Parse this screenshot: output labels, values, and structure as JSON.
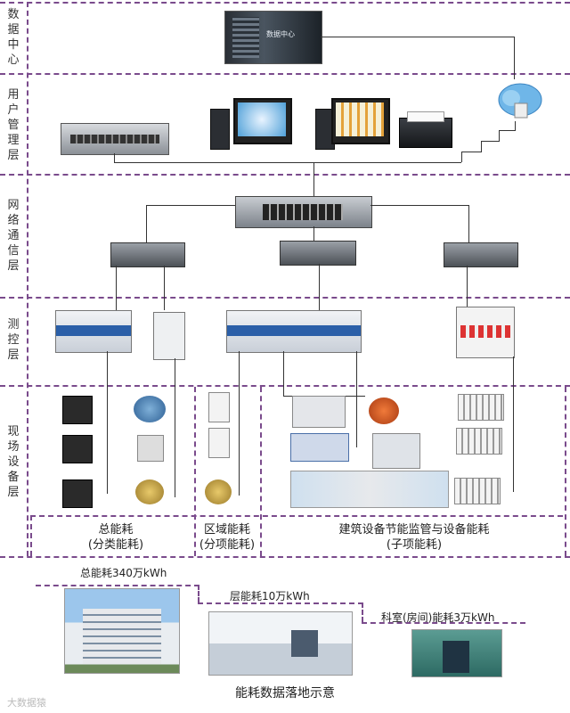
{
  "layers": {
    "data_center": "数据中心",
    "user_mgmt": "用户管理层",
    "network": "网络通信层",
    "control": "测控层",
    "field": "现场设备层"
  },
  "datacenter_sign": "数据中心",
  "captions": {
    "total": "总能耗",
    "total_sub": "(分类能耗)",
    "area": "区域能耗",
    "area_sub": "(分项能耗)",
    "building": "建筑设备节能监管与设备能耗",
    "building_sub": "(子项能耗)"
  },
  "energy": {
    "total": "总能耗340万kWh",
    "floor": "层能耗10万kWh",
    "room": "科室(房间)能耗3万kWh"
  },
  "footer": "能耗数据落地示意",
  "watermark": "大数据猿"
}
